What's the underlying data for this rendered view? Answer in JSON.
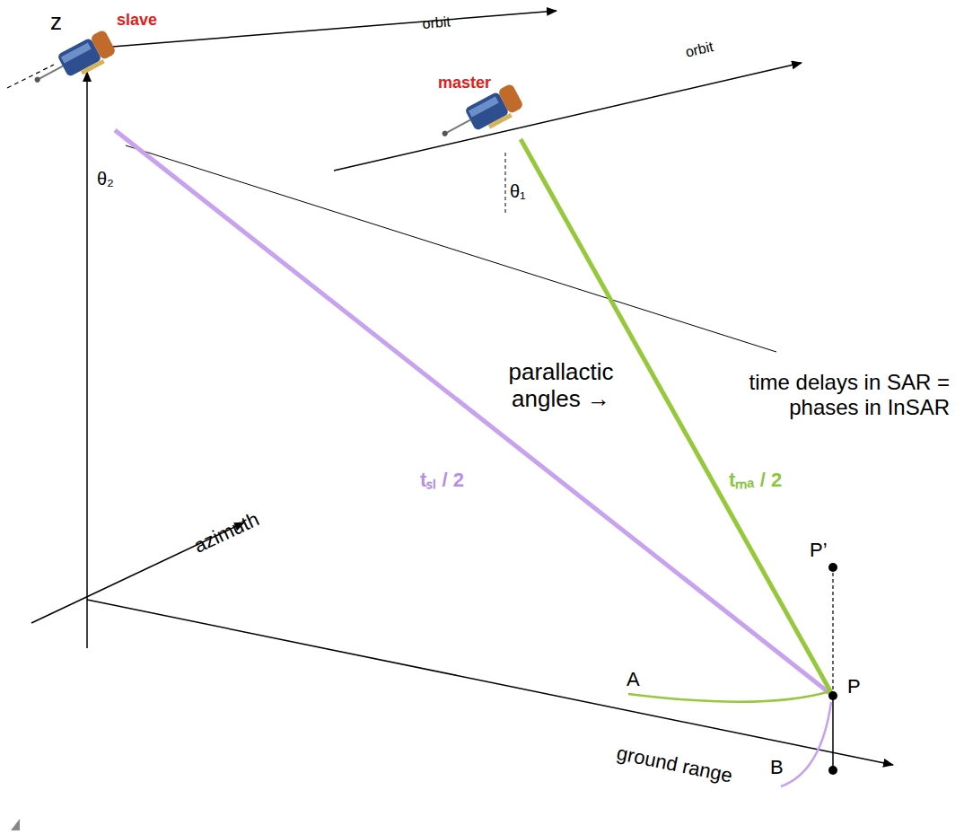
{
  "diagram": {
    "labels": [
      "z",
      "slave",
      "master",
      "orbit",
      "orbit",
      "θ₂",
      "θ₁",
      "parallactic angles →",
      "time delays in SAR = phases in InSAR",
      "tₛₗ / 2",
      "tₘₐ / 2",
      "azimuth",
      "P’",
      "P",
      "A",
      "B",
      "ground range"
    ]
  }
}
